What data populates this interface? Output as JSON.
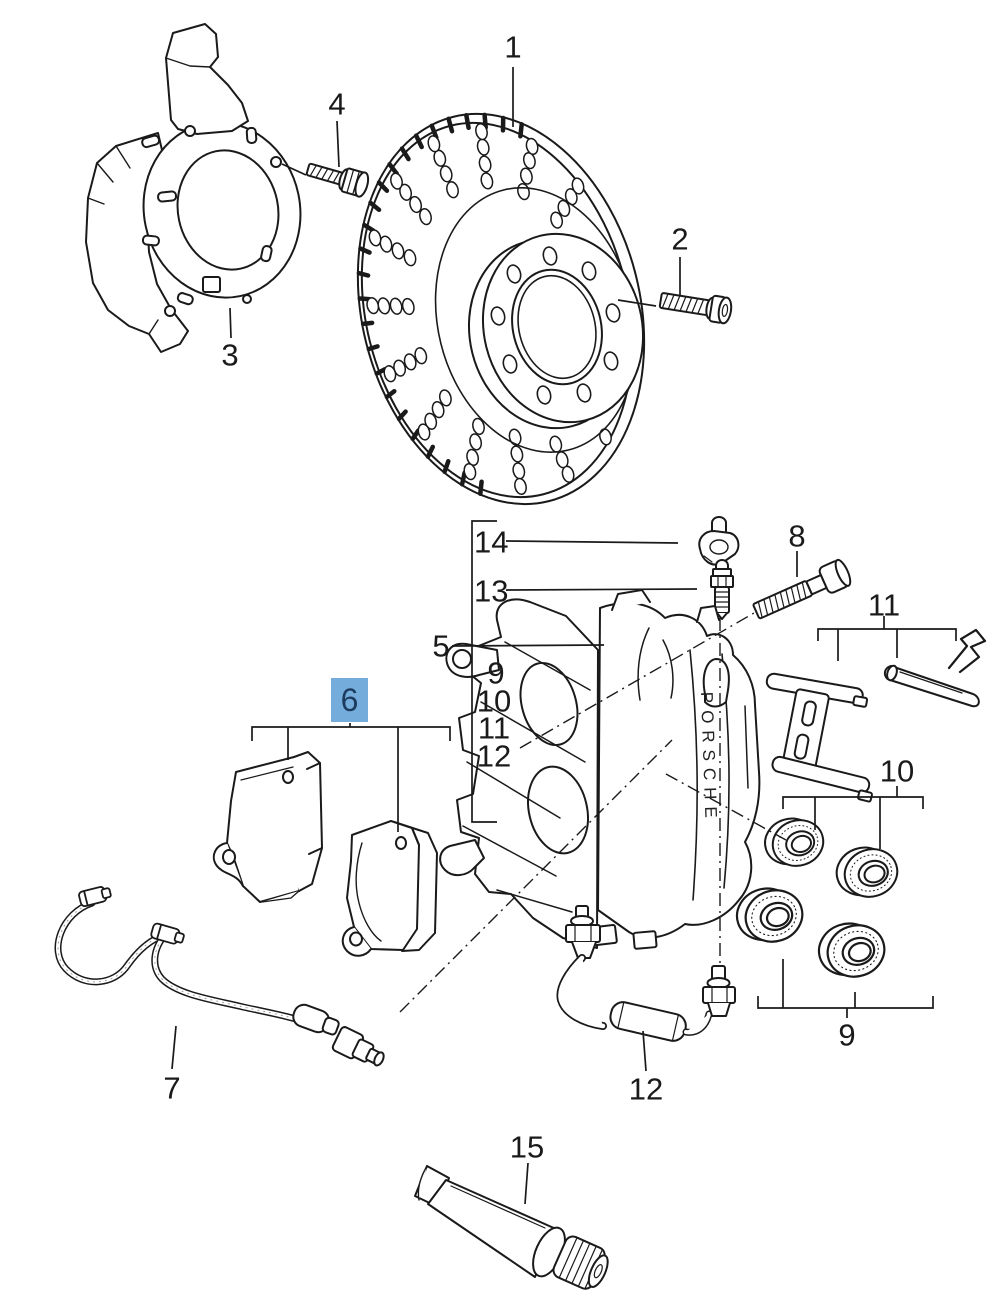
{
  "diagram": {
    "subject": "Front brake assembly exploded parts diagram",
    "brand_text": "PORSCHE",
    "highlight_color": "#74ADDB",
    "highlight_text_color": "#1d3b5e",
    "line_color": "#1a1a1a"
  },
  "labels": {
    "brake_disc": "1",
    "set_screw": "2",
    "splash_shield": "3",
    "shield_bolt": "4",
    "caliper": "5",
    "brake_pads": "6",
    "wear_sensor": "7",
    "caliper_bolt": "8",
    "seal_set": "9",
    "boot_set": "10",
    "spring_set": "11",
    "brake_hose": "12",
    "stud": "13",
    "clip": "14",
    "grease_tube": "15"
  },
  "caliper_group_items": [
    "9",
    "10",
    "11",
    "12"
  ]
}
